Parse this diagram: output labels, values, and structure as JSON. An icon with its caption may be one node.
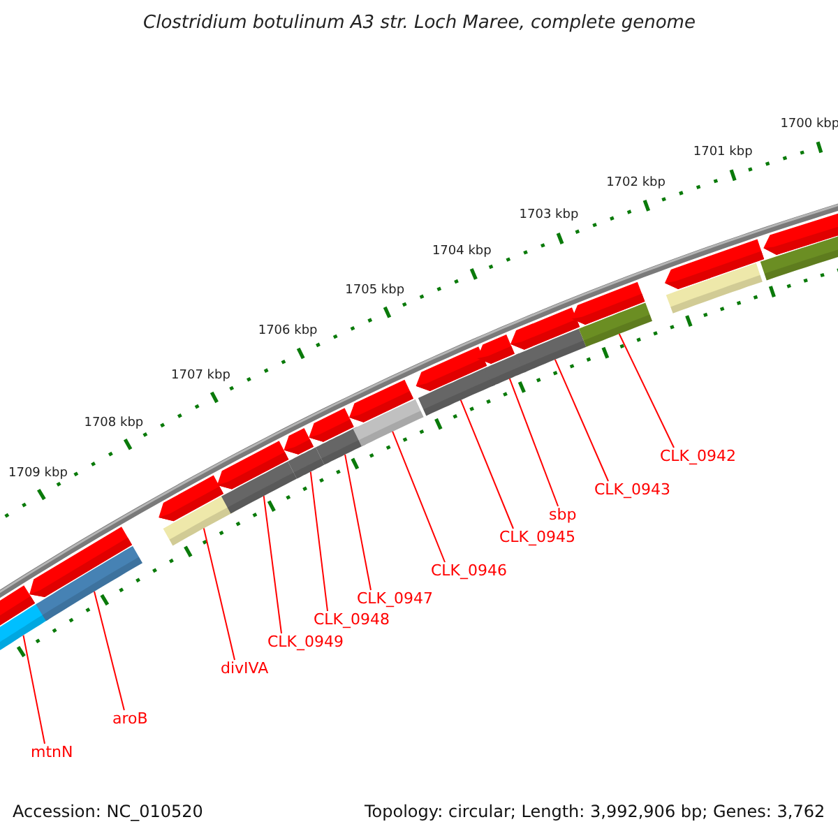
{
  "diagram": {
    "title": "Clostridium botulinum A3 str. Loch Maree, complete genome",
    "nodes": [
      {
        "text": [
          "mtnN"
        ]
      },
      {
        "text": [
          "aroB"
        ]
      },
      {
        "text": [
          "divIVA"
        ]
      },
      {
        "text": [
          "CLK_0949"
        ]
      },
      {
        "text": [
          "CLK_0948"
        ]
      },
      {
        "text": [
          "CLK_0947"
        ]
      },
      {
        "text": [
          "CLK_0946"
        ]
      },
      {
        "text": [
          "CLK_0945"
        ]
      },
      {
        "text": [
          "sbp"
        ]
      },
      {
        "text": [
          "CLK_0943"
        ]
      },
      {
        "text": [
          "CLK_0942"
        ]
      },
      {
        "text": [],
        "shape": "bar"
      },
      {
        "text": [],
        "shape": "bar"
      },
      {
        "text": [],
        "shape": "bar"
      },
      {
        "text": [],
        "shape": "bar"
      },
      {
        "text": [],
        "shape": "bar"
      },
      {
        "text": [],
        "shape": "bar"
      },
      {
        "text": [],
        "shape": "bar"
      },
      {
        "text": [],
        "shape": "bar"
      },
      {
        "text": [],
        "shape": "bar"
      },
      {
        "text": [],
        "shape": "bar"
      },
      {
        "text": [],
        "shape": "bar"
      },
      {
        "text": [],
        "shape": "bar"
      },
      {
        "text": [],
        "shape": "bar"
      }
    ],
    "edges": [
      {
        "from": 0,
        "to": 11,
        "arrow": "none"
      },
      {
        "from": 1,
        "to": 12,
        "arrow": "none"
      },
      {
        "from": 2,
        "to": 13,
        "arrow": "none"
      },
      {
        "from": 3,
        "to": 14,
        "arrow": "none"
      },
      {
        "from": 4,
        "to": 15,
        "arrow": "none"
      },
      {
        "from": 5,
        "to": 16,
        "arrow": "none"
      },
      {
        "from": 6,
        "to": 17,
        "arrow": "none"
      },
      {
        "from": 7,
        "to": 18,
        "arrow": "none"
      },
      {
        "from": 8,
        "to": 19,
        "arrow": "none"
      },
      {
        "from": 9,
        "to": 20,
        "arrow": "none"
      },
      {
        "from": 10,
        "to": 21,
        "arrow": "none"
      }
    ],
    "labels": [
      "1700 kbp",
      "1701 kbp",
      "1702 kbp",
      "1703 kbp",
      "1704 kbp",
      "1705 kbp",
      "1706 kbp",
      "1707 kbp",
      "1708 kbp",
      "1709 kbp",
      "Accession: NC_010520",
      "Topology: circular; Length: 3,992,906 bp; Genes: 3,762"
    ]
  }
}
